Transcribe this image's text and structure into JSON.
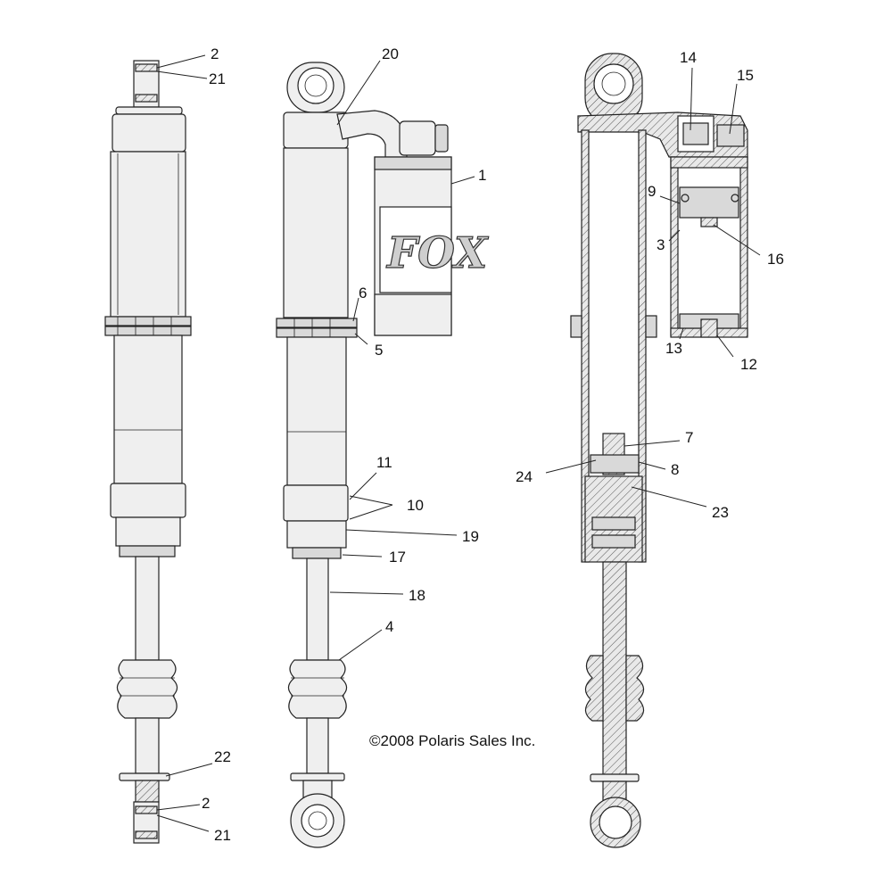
{
  "callouts": {
    "c1": "1",
    "c2a": "2",
    "c2b": "2",
    "c3": "3",
    "c4": "4",
    "c5": "5",
    "c6": "6",
    "c7": "7",
    "c8": "8",
    "c9": "9",
    "c10": "10",
    "c11": "11",
    "c12": "12",
    "c13": "13",
    "c14": "14",
    "c15": "15",
    "c16": "16",
    "c17": "17",
    "c18": "18",
    "c19": "19",
    "c20": "20",
    "c21a": "21",
    "c21b": "21",
    "c22": "22",
    "c23": "23",
    "c24": "24"
  },
  "copyright": "©2008 Polaris Sales Inc.",
  "logo_text": "FOX"
}
